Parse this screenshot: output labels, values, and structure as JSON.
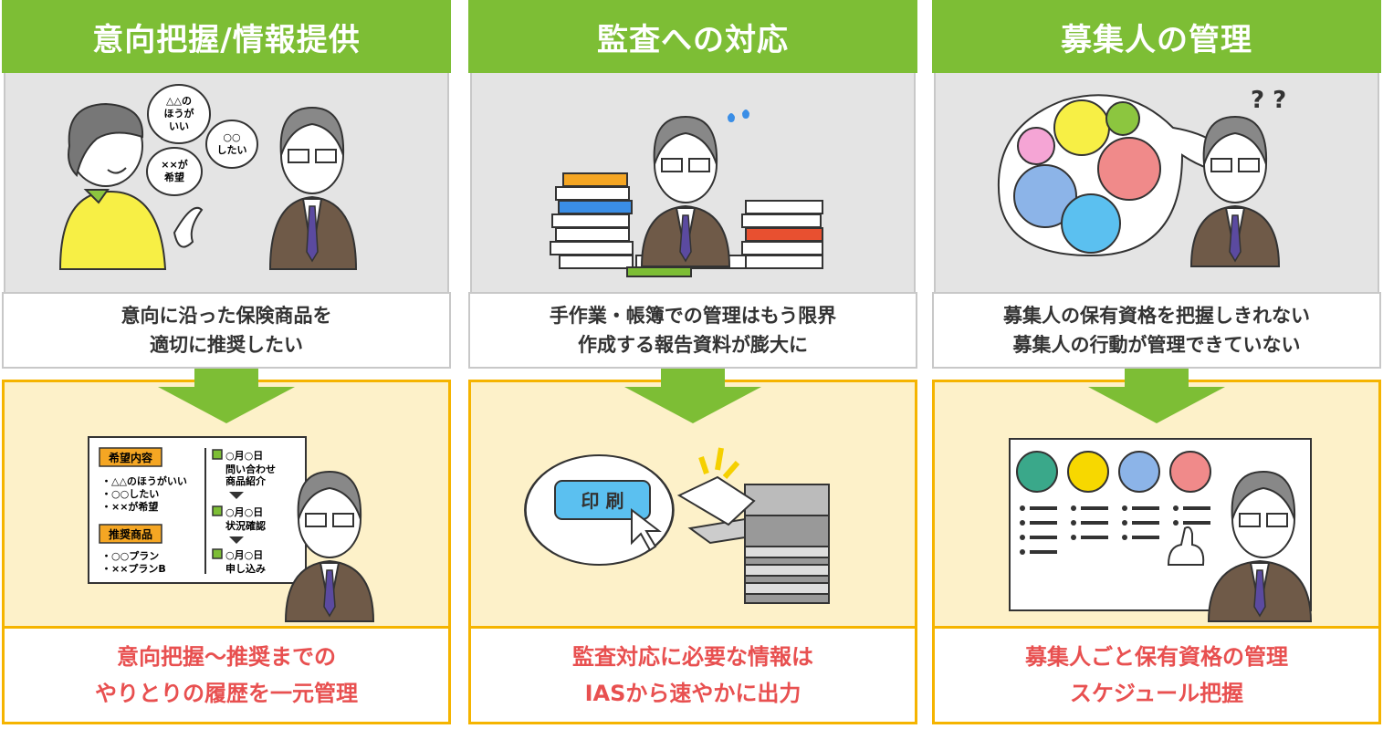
{
  "colors": {
    "header_green": "#7dbe35",
    "solution_red": "#e85050",
    "solution_border": "#f5b400",
    "solution_bg": "#fdf1c9",
    "problem_bg": "#e4e4e4"
  },
  "columns": [
    {
      "title": "意向把握/情報提供",
      "problem": [
        "意向に沿った保険商品を",
        "適切に推奨したい"
      ],
      "solution": [
        "意向把握～推奨までの",
        "やりとりの履歴を一元管理"
      ],
      "bubbles": {
        "b1": [
          "△△の",
          "ほうが",
          "いい"
        ],
        "b2": [
          "○○",
          "したい"
        ],
        "b3": [
          "××が",
          "希望"
        ]
      },
      "board": {
        "wish_title": "希望内容",
        "wish_items": [
          "・△△のほうがいい",
          "・○○したい",
          "・××が希望"
        ],
        "rec_title": "推奨商品",
        "rec_items": [
          "・○○プラン",
          "・××プランB"
        ],
        "timeline": [
          {
            "date": "○月○日",
            "text": [
              "問い合わせ",
              "商品紹介"
            ]
          },
          {
            "date": "○月○日",
            "text": [
              "状況確認"
            ]
          },
          {
            "date": "○月○日",
            "text": [
              "申し込み"
            ]
          }
        ]
      }
    },
    {
      "title": "監査への対応",
      "problem": [
        "手作業・帳簿での管理はもう限界",
        "作成する報告資料が膨大に"
      ],
      "solution": [
        "監査対応に必要な情報は",
        "IASから速やかに出力"
      ],
      "print_button": "印 刷"
    },
    {
      "title": "募集人の管理",
      "problem": [
        "募集人の保有資格を把握しきれない",
        "募集人の行動が管理できていない"
      ],
      "solution": [
        "募集人ごと保有資格の管理",
        "スケジュール把握"
      ],
      "question_marks": "? ?"
    }
  ]
}
